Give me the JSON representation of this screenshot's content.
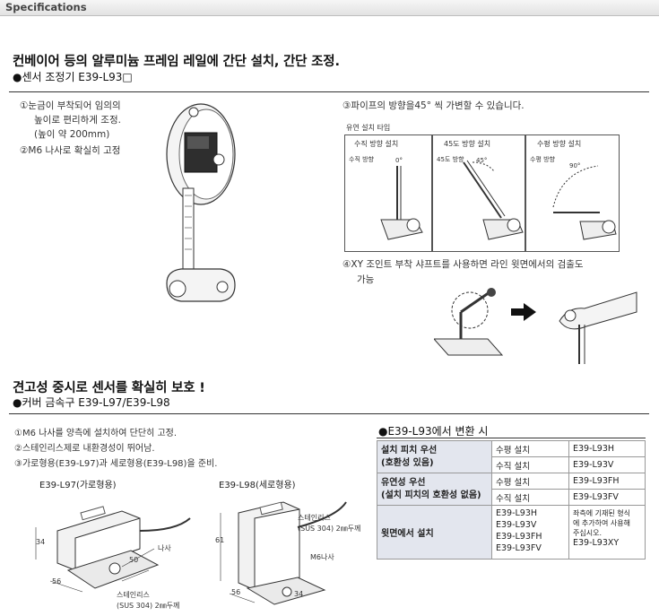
{
  "header": {
    "title": "Specifications"
  },
  "section1": {
    "title": "컨베이어 등의 알루미늄 프레임 레일에 간단 설치, 간단 조정.",
    "subtitle": "●센서 조정기 E39-L93□",
    "notes_left": [
      "①눈금이 부착되어 임의의",
      "높이로 편리하게 조정.",
      "(높이 약 200mm)",
      "②M6 나사로 확실히 고정"
    ],
    "note3": "③파이프의 방향을45° 씩 가변할 수 있습니다.",
    "mount_type_label": "유연 설치 타입",
    "panels": [
      {
        "title": "수직 방향 설치",
        "small": "수직 방향",
        "angle": "0°"
      },
      {
        "title": "45도 방향 설치",
        "small": "45도 방향",
        "angle": "45°"
      },
      {
        "title": "수평 방향 설치",
        "small": "수평 방향",
        "angle": "90°"
      }
    ],
    "note4_line1": "④XY 조인트 부착 샤프트를 사용하면 라인 윗면에서의 검출도",
    "note4_line2": "가능"
  },
  "section2": {
    "title": "견고성 중시로 센서를 확실히 보호 !",
    "subtitle": "●커버 금속구  E39-L97/E39-L98",
    "notes": [
      "①M6 나사를 양측에 설치하여 단단히 고정.",
      "②스테인리스제로 내환경성이 뛰어남.",
      "③가로형용(E39-L97)과 세로형용(E39-L98)을 준비."
    ],
    "left_diagram": {
      "title": "E39-L97(가로형용)",
      "dim_a": "34",
      "dim_b": "56",
      "dim_c": "50",
      "screw_label": "나사",
      "material_line1": "스테인리스",
      "material_line2": "(SUS 304) 2㎜두께"
    },
    "right_diagram": {
      "title": "E39-L98(세로형용)",
      "dim_a": "61",
      "dim_b": "56",
      "dim_c": "34",
      "material_line1": "스테인리스",
      "material_line2": "(SUS 304) 2㎜두께",
      "screw_label": "M6나사"
    }
  },
  "conversion": {
    "title": "●E39-L93에서 변환 시",
    "rows": [
      {
        "header": "설치 피치 우선",
        "header2": "(호환성 있음)",
        "items": [
          [
            "수평 설치",
            "E39-L93H"
          ],
          [
            "수직 설치",
            "E39-L93V"
          ]
        ]
      },
      {
        "header": "유연성 우선",
        "header2": "(설치 피치의 호환성 없음)",
        "items": [
          [
            "수평 설치",
            "E39-L93FH"
          ],
          [
            "수직 설치",
            "E39-L93FV"
          ]
        ]
      }
    ],
    "last_row": {
      "header": "윗면에서 설치",
      "models": [
        "E39-L93H",
        "E39-L93V",
        "E39-L93FH",
        "E39-L93FV"
      ],
      "note_lines": [
        "좌측에 기재된 형식",
        "에 추가하여 사용해",
        "주십시오."
      ],
      "extra_model": "E39-L93XY"
    }
  },
  "colors": {
    "accent_header": "#e3e6ee",
    "line": "#333333"
  }
}
